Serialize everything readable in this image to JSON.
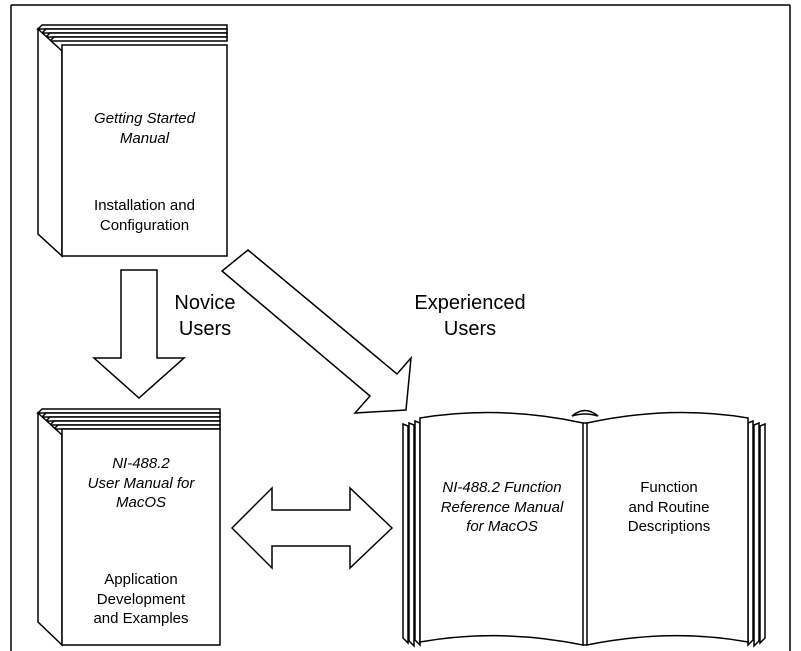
{
  "books": {
    "getting_started": {
      "title": [
        "Getting Started",
        "Manual"
      ],
      "description": [
        "Installation and",
        "Configuration"
      ]
    },
    "user_manual": {
      "title": [
        "NI-488.2",
        "User Manual for",
        "MacOS"
      ],
      "description": [
        "Application",
        "Development",
        "and Examples"
      ]
    },
    "function_reference": {
      "title": [
        "NI-488.2 Function",
        "Reference Manual",
        "for MacOS"
      ],
      "description": [
        "Function",
        "and Routine",
        "Descriptions"
      ]
    }
  },
  "paths": {
    "novice": [
      "Novice",
      "Users"
    ],
    "experienced": [
      "Experienced",
      "Users"
    ]
  }
}
